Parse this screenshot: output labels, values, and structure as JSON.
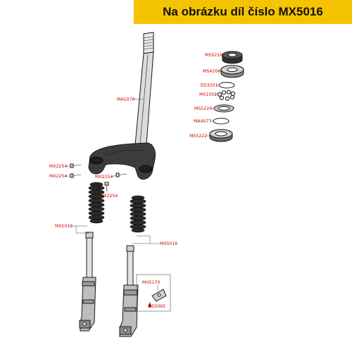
{
  "header": {
    "title": "Na obrázku díl číslo MX5016"
  },
  "parts": {
    "ms5210": "MS5210",
    "ms4200": "MS4200",
    "ed3201": "ED3201",
    "ms1502": "MS1502",
    "ms5220": "MS5220",
    "ma4077": "MA4077",
    "ms5222": "MS5222",
    "ma1070": "MA1070",
    "mx2254_a": "MX2254",
    "mx2254_b": "MX2254",
    "mx2254_c": "MX2254",
    "mx2254_d": "MX2254",
    "mx5015": "MX5015",
    "mx5016": "MX5016",
    "mx5170": "MX5170",
    "ms5095": "MS5095"
  },
  "colors": {
    "banner": "#f5c400",
    "label": "#d00000",
    "line": "#1a1a1a"
  }
}
